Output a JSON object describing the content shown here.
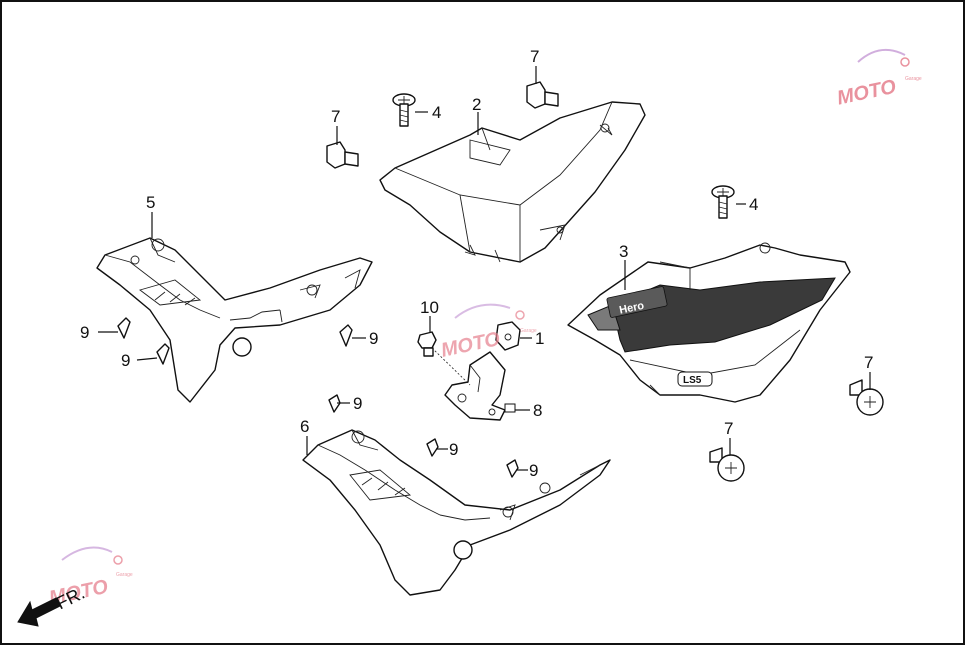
{
  "labels": {
    "l1": "1",
    "l2": "2",
    "l3": "3",
    "l4a": "4",
    "l4b": "4",
    "l5": "5",
    "l6": "6",
    "l7a": "7",
    "l7b": "7",
    "l7c": "7",
    "l7d": "7",
    "l8": "8",
    "l9a": "9",
    "l9b": "9",
    "l9c": "9",
    "l9d": "9",
    "l9e": "9",
    "l9f": "9",
    "l10": "10"
  },
  "badge": {
    "brand": "Hero",
    "model": "LS5"
  },
  "direction": "FR.",
  "watermark": {
    "text": "MOTO",
    "sub": "Garage"
  },
  "colors": {
    "frame": "#111111",
    "watermark": "#e6808e",
    "decal": "#3a3a3a"
  }
}
